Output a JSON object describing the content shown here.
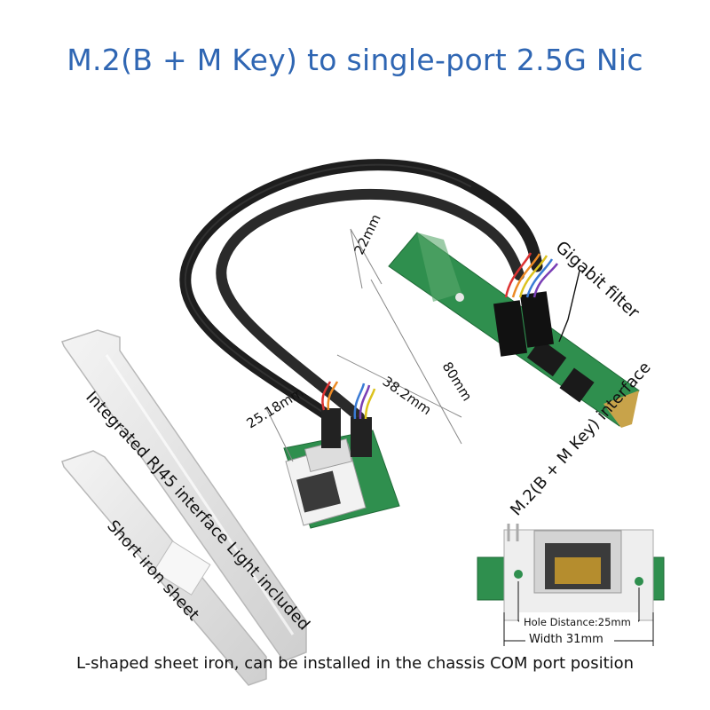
{
  "title": "M.2(B + M Key) to single-port 2.5G Nic",
  "caption": "L-shaped sheet iron, can be installed in the chassis COM port position",
  "labels": {
    "gigabit_filter": "Gigabit filter",
    "m2_interface": "M.2(B + M Key) interface",
    "rj45": "Integrated RJ45 interface Light included",
    "short_iron": "Short iron sheet"
  },
  "dimensions": {
    "width_22": "22mm",
    "length_80": "80mm",
    "d_38_2": "38.2mm",
    "d_25_18": "25.18mm",
    "hole_distance": "Hole Distance:25mm",
    "width_31": "Width 31mm"
  },
  "colors": {
    "title": "#2f66b3",
    "pcb": "#2f8f4e",
    "bracket": "#e6e6e6"
  }
}
